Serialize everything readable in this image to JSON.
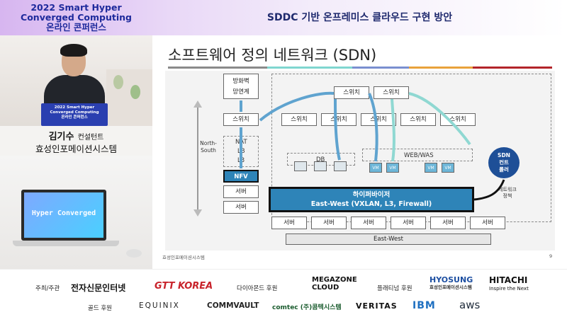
{
  "header": {
    "conf_line1": "2022 Smart Hyper",
    "conf_line2": "Converged Computing",
    "conf_line3": "온라인 콘퍼런스",
    "session_title": "SDDC 기반 온프레미스 클라우드 구현 방안"
  },
  "speaker": {
    "podium_line1": "2022 Smart Hyper",
    "podium_line2": "Converged Computing",
    "podium_line3": "온라인 콘퍼런스",
    "name": "김기수",
    "role": "컨설턴트",
    "org": "효성인포메이션시스템",
    "laptop_text": "Hyper Converged"
  },
  "slide": {
    "title": "소프트웨어 정의 네트워크 (SDN)",
    "firewall_line1": "방화벽",
    "firewall_line2": "망연계",
    "left_switch": "스위치",
    "nat": "NAT",
    "lb": "LB",
    "l3": "L3",
    "nfv": "NFV",
    "server": "서버",
    "north_south": "North-South",
    "top_switch": "스위치",
    "mid_switch": "스위치",
    "db": "DB",
    "web_was": "WEB/WAS",
    "vm": "VM",
    "hypervisor": "하이퍼바이저",
    "east_west_detail": "East-West (VXLAN, L3, Firewall)",
    "east_west": "East-West",
    "sdn_line1": "SDN",
    "sdn_line2": "컨트",
    "sdn_line3": "롤러",
    "network_policy_line1": "네트워크",
    "network_policy_line2": "정책",
    "footer_org": "효성인포메이션시스템",
    "page_number": "9"
  },
  "sponsors": {
    "host_label": "주최/주관",
    "host_1": "전자신문인터넷",
    "host_2": "GTT KOREA",
    "diamond_label": "다이아몬드 후원",
    "diamond_1_line1": "MEGAZONE",
    "diamond_1_line2": "CLOUD",
    "platinum_label": "플래티넘 후원",
    "platinum_1_line1": "HYOSUNG",
    "platinum_1_line2": "효성인포메이션시스템",
    "platinum_2_line1": "HITACHI",
    "platinum_2_line2": "Inspire the Next",
    "gold_label": "골드 후원",
    "gold_1": "EQUINIX",
    "gold_2": "COMMVAULT",
    "gold_3": "comtec (주)콤텍시스템",
    "gold_4": "VERITAS",
    "gold_5": "IBM",
    "gold_6": "aws"
  },
  "colors": {
    "header_title": "#1e2a9c",
    "hypervisor_fill": "#2e84b8",
    "sdn_controller": "#1e4f97",
    "flow_blue": "#5fa3cf",
    "flow_teal": "#8fd8d2"
  }
}
